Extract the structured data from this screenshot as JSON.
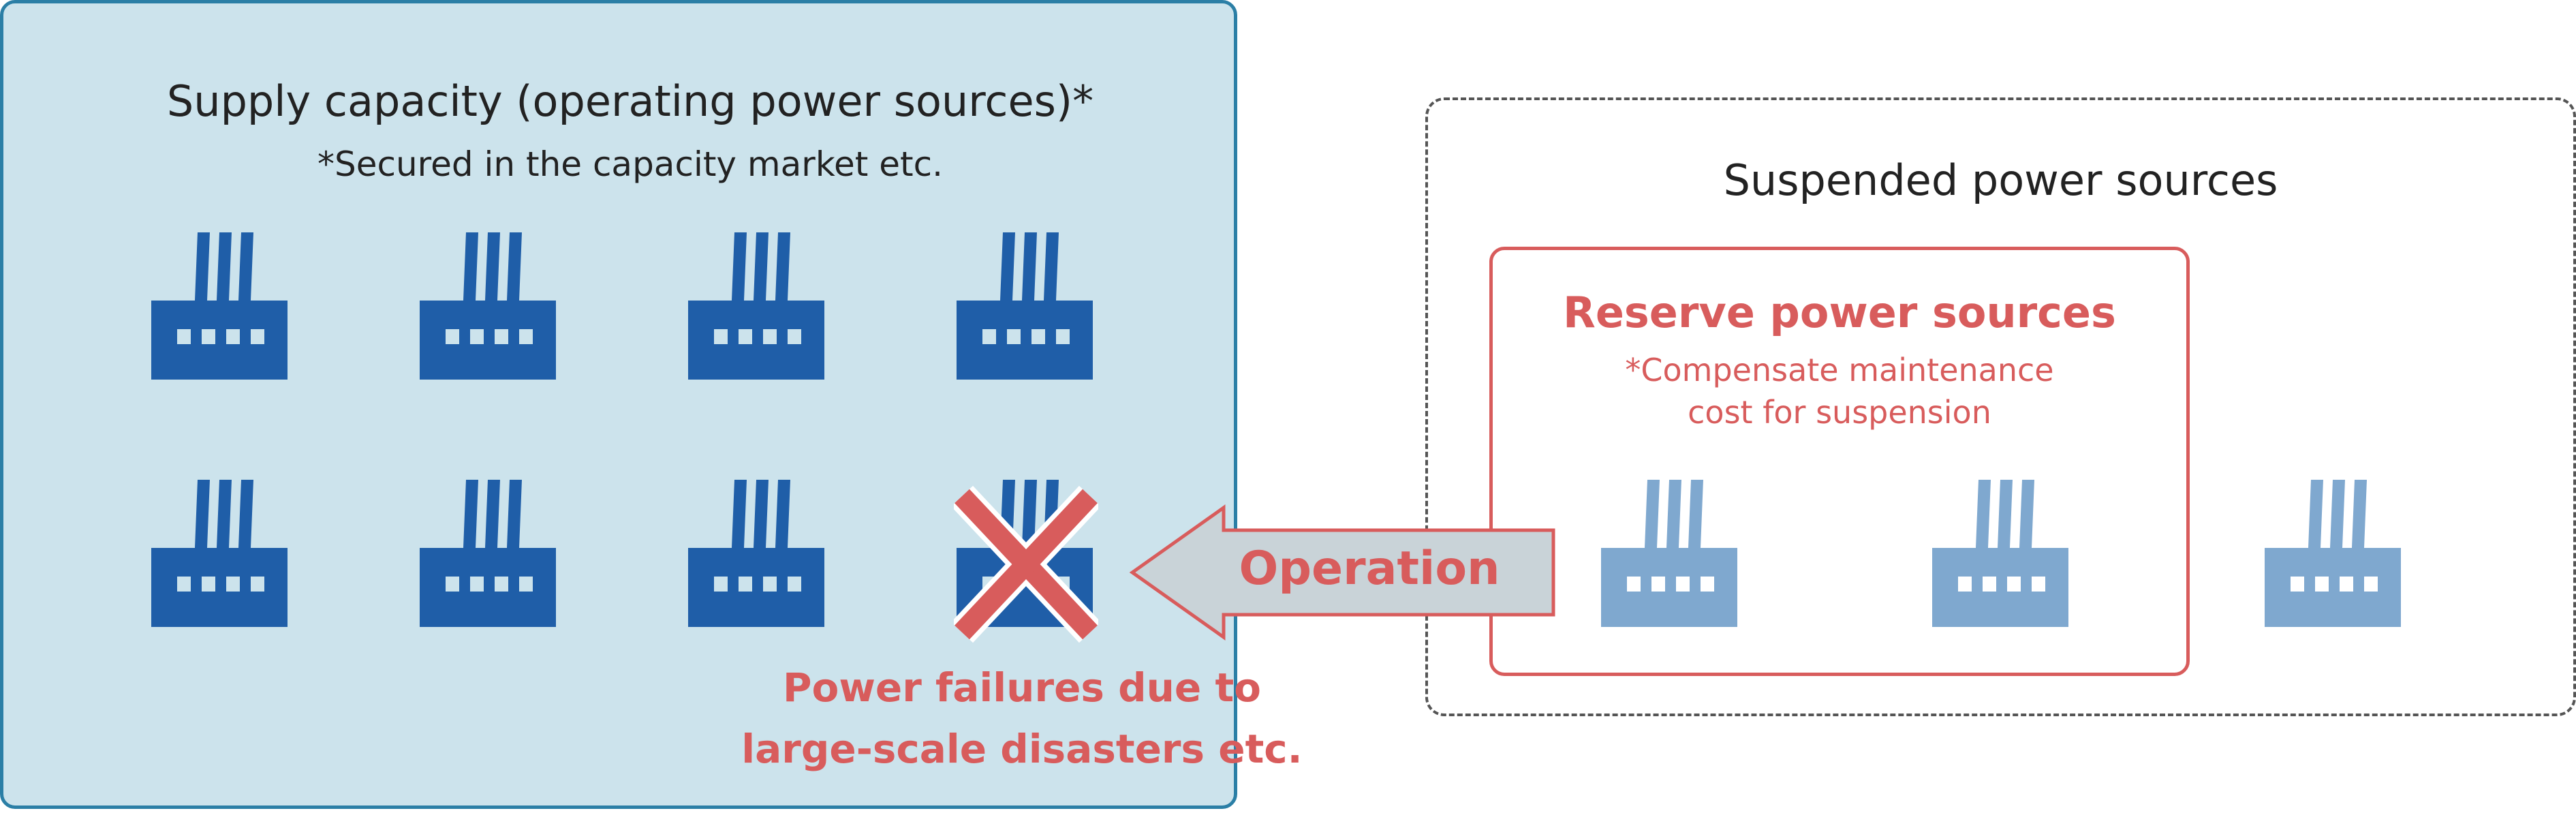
{
  "supply": {
    "title": "Supply capacity (operating power sources)*",
    "note": "*Secured in the capacity market etc."
  },
  "suspended": {
    "title": "Suspended power sources"
  },
  "reserve": {
    "title": "Reserve power sources",
    "note_line1": "*Compensate maintenance",
    "note_line2": "cost for suspension"
  },
  "arrow": {
    "label": "Operation"
  },
  "failure": {
    "line1": "Power failures due to",
    "line2": "large-scale disasters etc."
  },
  "colors": {
    "operating_factory": "#1f5ea8",
    "reserve_factory": "#7fa8cf",
    "accent_red": "#d85c5c",
    "supply_bg": "#cce3ec",
    "supply_border": "#2b7fa6",
    "arrow_fill": "#c9d3d8"
  },
  "icons": {
    "operating": "factory-icon",
    "failed": "failed-factory-icon",
    "reserve": "reserve-factory-icon"
  }
}
